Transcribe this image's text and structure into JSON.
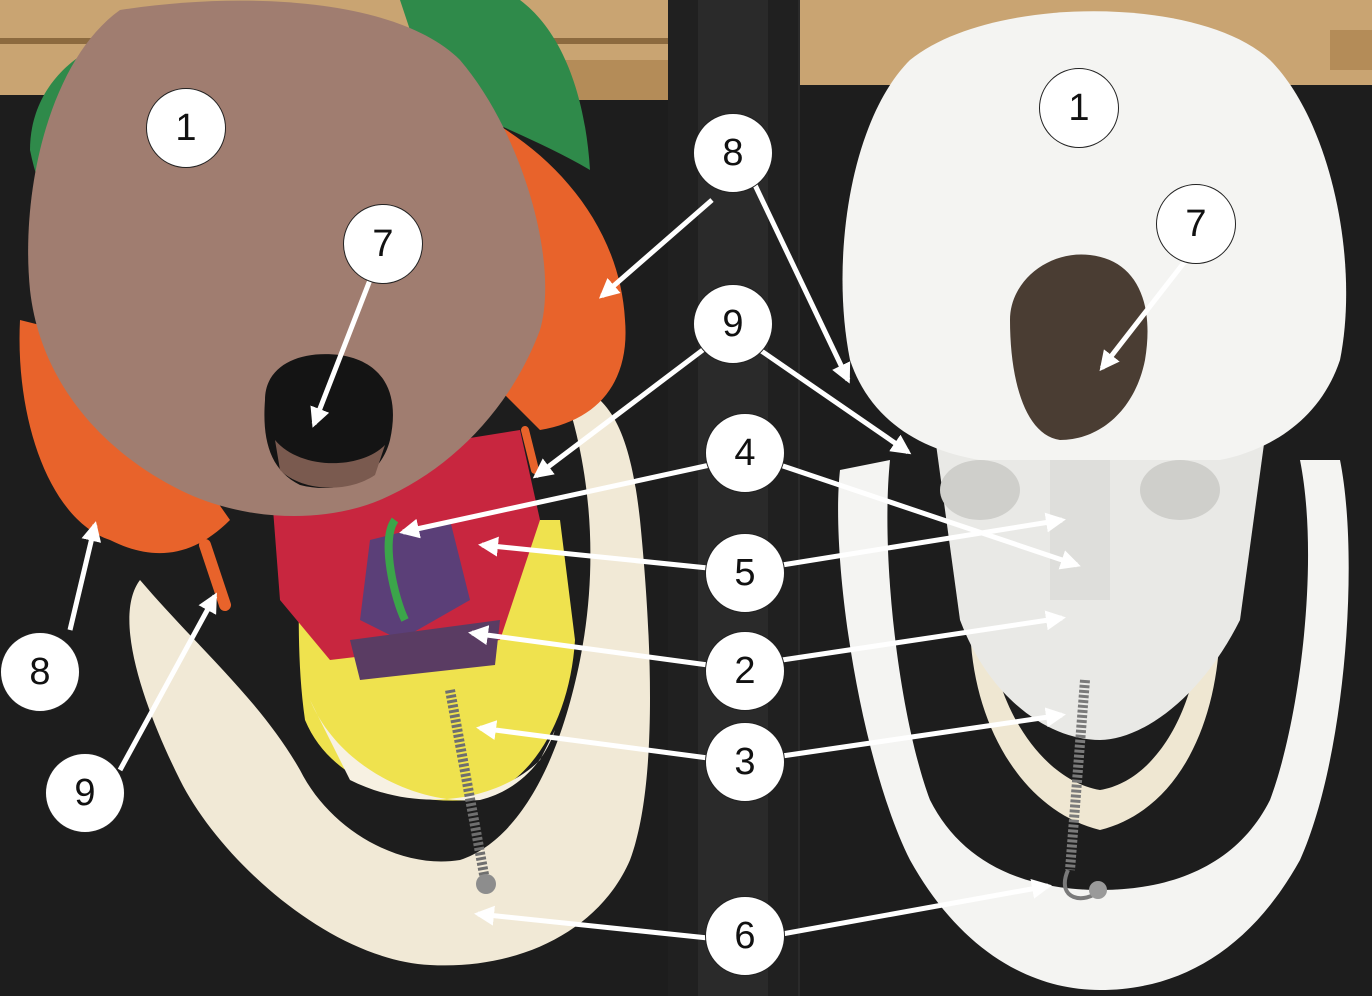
{
  "image": {
    "description_left": "Color-coded skull model, inferior view",
    "description_right": "White skull model, inferior view"
  },
  "labels": {
    "n1": "1",
    "n2": "2",
    "n3": "3",
    "n4": "4",
    "n5": "5",
    "n6": "6",
    "n7": "7",
    "n8": "8",
    "n9": "9"
  },
  "colors": {
    "occipital": "#a07d70",
    "temporal": "#e8632b",
    "parietal": "#2f8a4a",
    "sphenoid": "#c8263f",
    "palatine": "#5a3c63",
    "maxilla": "#efe24e",
    "mandible": "#f1e9d6",
    "vomer": "#5b3f78",
    "white_skull": "#f4f4f2",
    "bench": "#c9a472",
    "table": "#1d1d1d"
  }
}
